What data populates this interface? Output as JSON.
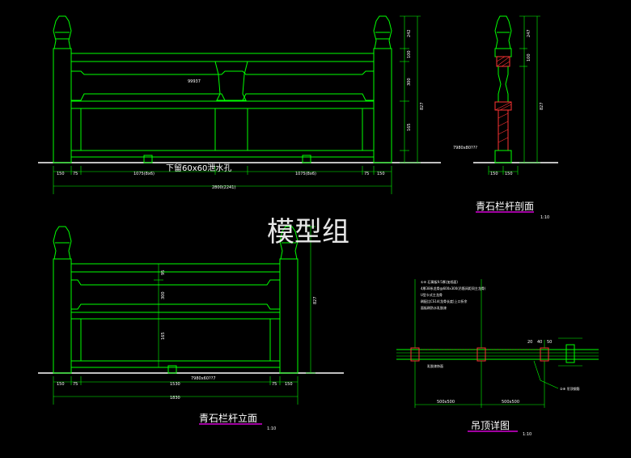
{
  "watermark": "模型组",
  "colors": {
    "background": "#000000",
    "line": "#00ff00",
    "dimension": "#ffffff",
    "hatch": "#ff3333",
    "accent": "#ff00ff"
  },
  "top_elevation": {
    "dims_bottom": [
      "150",
      "75",
      "1075(8x6)",
      "1075(8x6)",
      "75",
      "150"
    ],
    "overall": "2800(2241)",
    "note_drain": "下留60x60泄水孔",
    "label_inner": "99937",
    "right_dims": [
      "242",
      "100",
      "300",
      "165",
      "827"
    ]
  },
  "section": {
    "title": "青石栏杆剖面",
    "scale": "1:10",
    "label_base": "7980x80???",
    "dims_bottom": [
      "150",
      "150"
    ],
    "right_dims": [
      "247",
      "100",
      "827"
    ]
  },
  "bottom_elevation": {
    "title": "青石栏杆立面",
    "scale": "1:10",
    "label_base": "7980x60??7",
    "dims_bottom": [
      "150",
      "75",
      "1530",
      "75",
      "150"
    ],
    "overall": "1830",
    "left_dims": [
      "95",
      "300",
      "165"
    ],
    "right_dims": [
      "827"
    ]
  },
  "ceiling_detail": {
    "title": "吊顶详图",
    "scale": "1:10",
    "notes": [
      "①⑤ 石膏板9.5厚(加纸面)",
      "4厚38系龙骨@600x300(吊筋间距同主龙骨)",
      "U型卡式主龙骨",
      "刷配比CS14(龙骨长度)上口折余",
      "面板刷防水乳胶漆"
    ],
    "callout": "②⑨ 吊顶钢筋",
    "bottom_note": "乳胶漆饰面",
    "dims_bottom": [
      "500x500",
      "500x500"
    ],
    "right_dims": [
      "20",
      "40",
      "50"
    ]
  }
}
